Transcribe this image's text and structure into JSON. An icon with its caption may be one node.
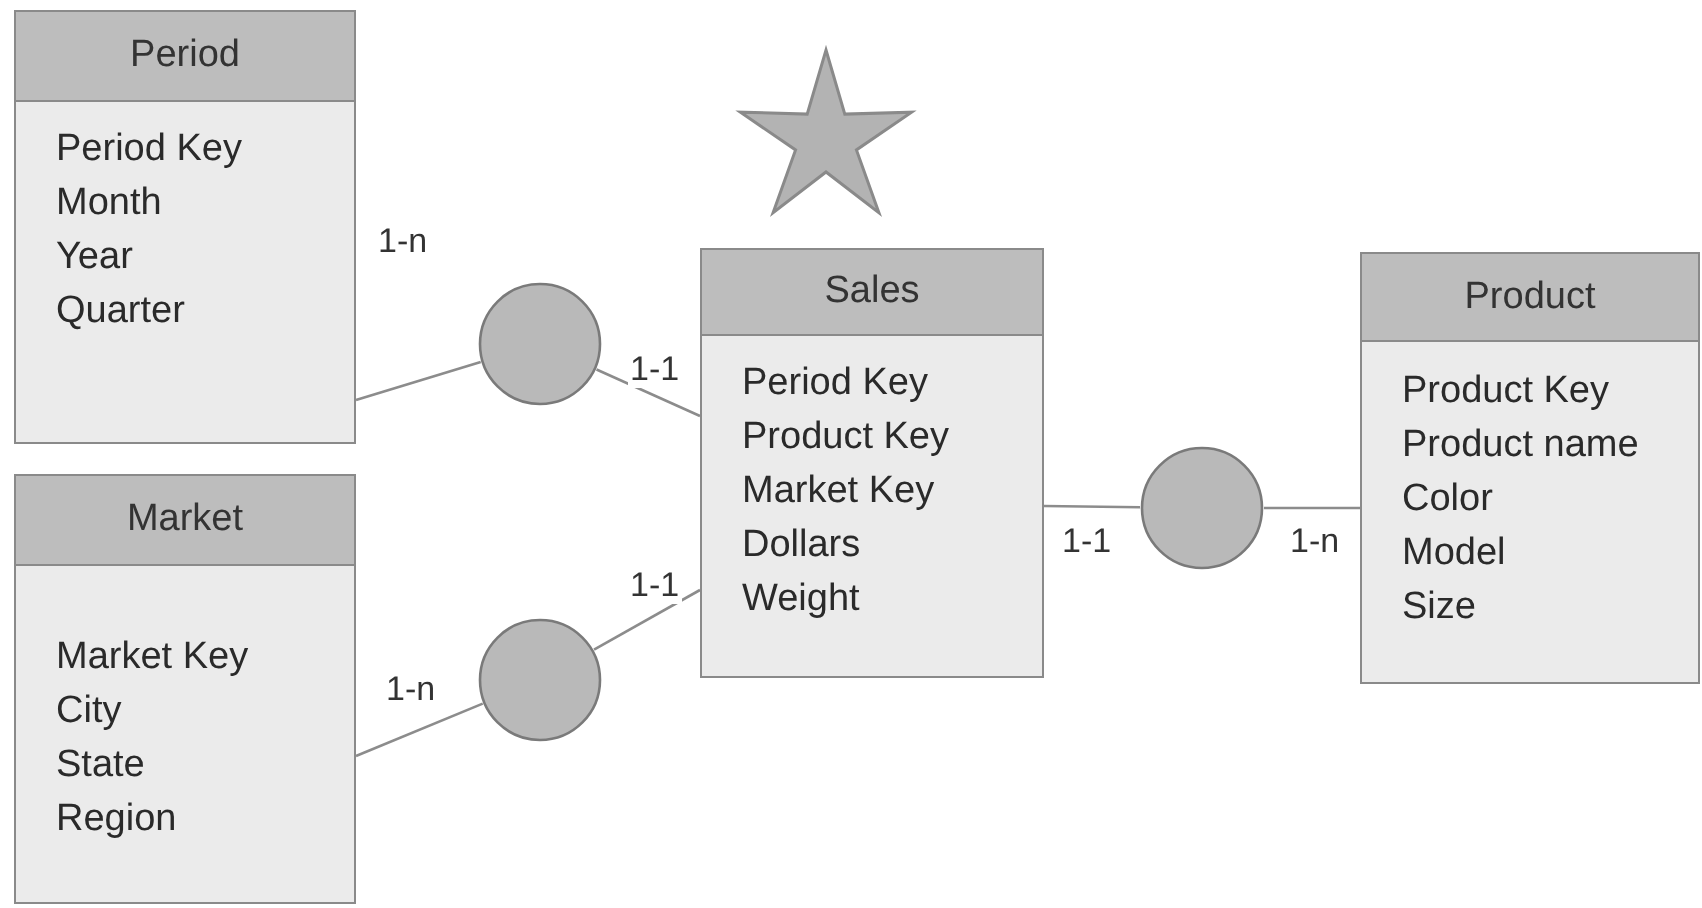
{
  "diagram": {
    "nodes": [
      {
        "text": [
          "Period",
          "Period Key",
          "Month",
          "Year",
          "Quarter"
        ]
      },
      {
        "text": [
          "Market",
          "Market Key",
          "City",
          "State",
          "Region"
        ]
      },
      {
        "text": [
          "Sales",
          "Period Key",
          "Product Key",
          "Market Key",
          "Dollars",
          "Weight"
        ]
      },
      {
        "text": [
          "Product",
          "Product Key",
          "Product name",
          "Color",
          "Model",
          "Size"
        ]
      },
      {
        "text": [],
        "shape": "circle"
      },
      {
        "text": [],
        "shape": "circle"
      },
      {
        "text": [],
        "shape": "circle"
      }
    ],
    "edges": [
      {
        "from": 0,
        "to": 4,
        "arrow": "none",
        "label": "1-n"
      },
      {
        "from": 4,
        "to": 2,
        "arrow": "none",
        "label": "1-1"
      },
      {
        "from": 1,
        "to": 5,
        "arrow": "none",
        "label": "1-n"
      },
      {
        "from": 5,
        "to": 2,
        "arrow": "none",
        "label": "1-1"
      },
      {
        "from": 2,
        "to": 6,
        "arrow": "none",
        "label": "1-1"
      },
      {
        "from": 6,
        "to": 3,
        "arrow": "none",
        "label": "1-n"
      }
    ]
  }
}
